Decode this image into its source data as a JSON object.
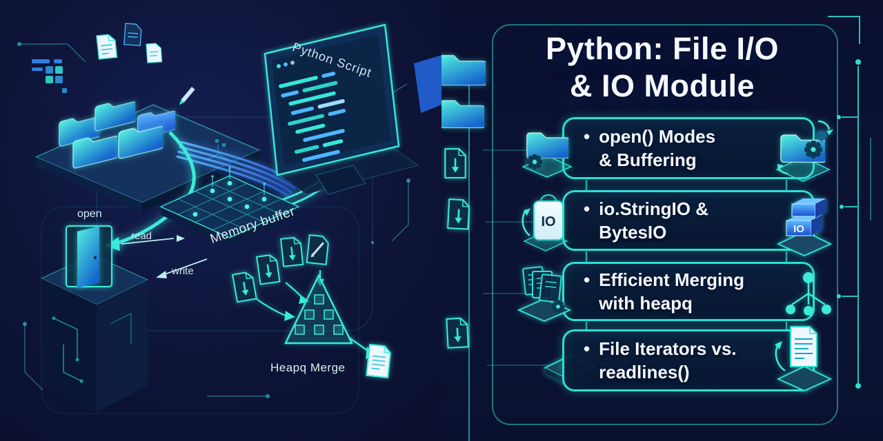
{
  "colors": {
    "background_left": "#0d1438",
    "background_right": "#0a102e",
    "accent_teal": "#2be0d2",
    "accent_blue": "#2f7fe0",
    "box_border": "#2be0d2",
    "box_background": "#0a1f3e",
    "title_text": "#f6f9ff",
    "item_text": "#f3f8ff",
    "label_text": "#d8f0f2"
  },
  "left_panel": {
    "labels": {
      "python_script": "Python Script",
      "memory_buffer": "Memory buffer",
      "open": "open",
      "read": "read",
      "write": "write",
      "heapq_merge": "Heapq Merge"
    },
    "icons": [
      "folder-stack-icon",
      "file-icon",
      "pencil-icon",
      "python-script-monitor-icon",
      "memory-buffer-grid-icon",
      "door-open-icon",
      "server-cabinet-icon",
      "document-download-icon",
      "merge-pyramid-icon",
      "output-document-icon",
      "circuit-trace-decoration"
    ]
  },
  "right_panel": {
    "title_lines": [
      "Python: File I/O",
      "& IO Module"
    ],
    "bullet": "•",
    "items": [
      {
        "lines": [
          "open() Modes",
          "& Buffering"
        ],
        "left_icon": "folder-gear-icon",
        "right_icon": "folder-sync-gears-icon"
      },
      {
        "lines": [
          "io.StringIO &",
          "BytesIO"
        ],
        "left_icon": "stringio-tag-icon",
        "right_icon": "io-blocks-stack-icon"
      },
      {
        "lines": [
          "Efficient Merging",
          "with heapq"
        ],
        "left_icon": "document-stack-gear-icon",
        "right_icon": "merge-tree-icon"
      },
      {
        "lines": [
          "File Iterators vs.",
          "readlines()"
        ],
        "left_icon": "platform-icon",
        "right_icon": "document-lines-arrow-icon"
      }
    ]
  }
}
